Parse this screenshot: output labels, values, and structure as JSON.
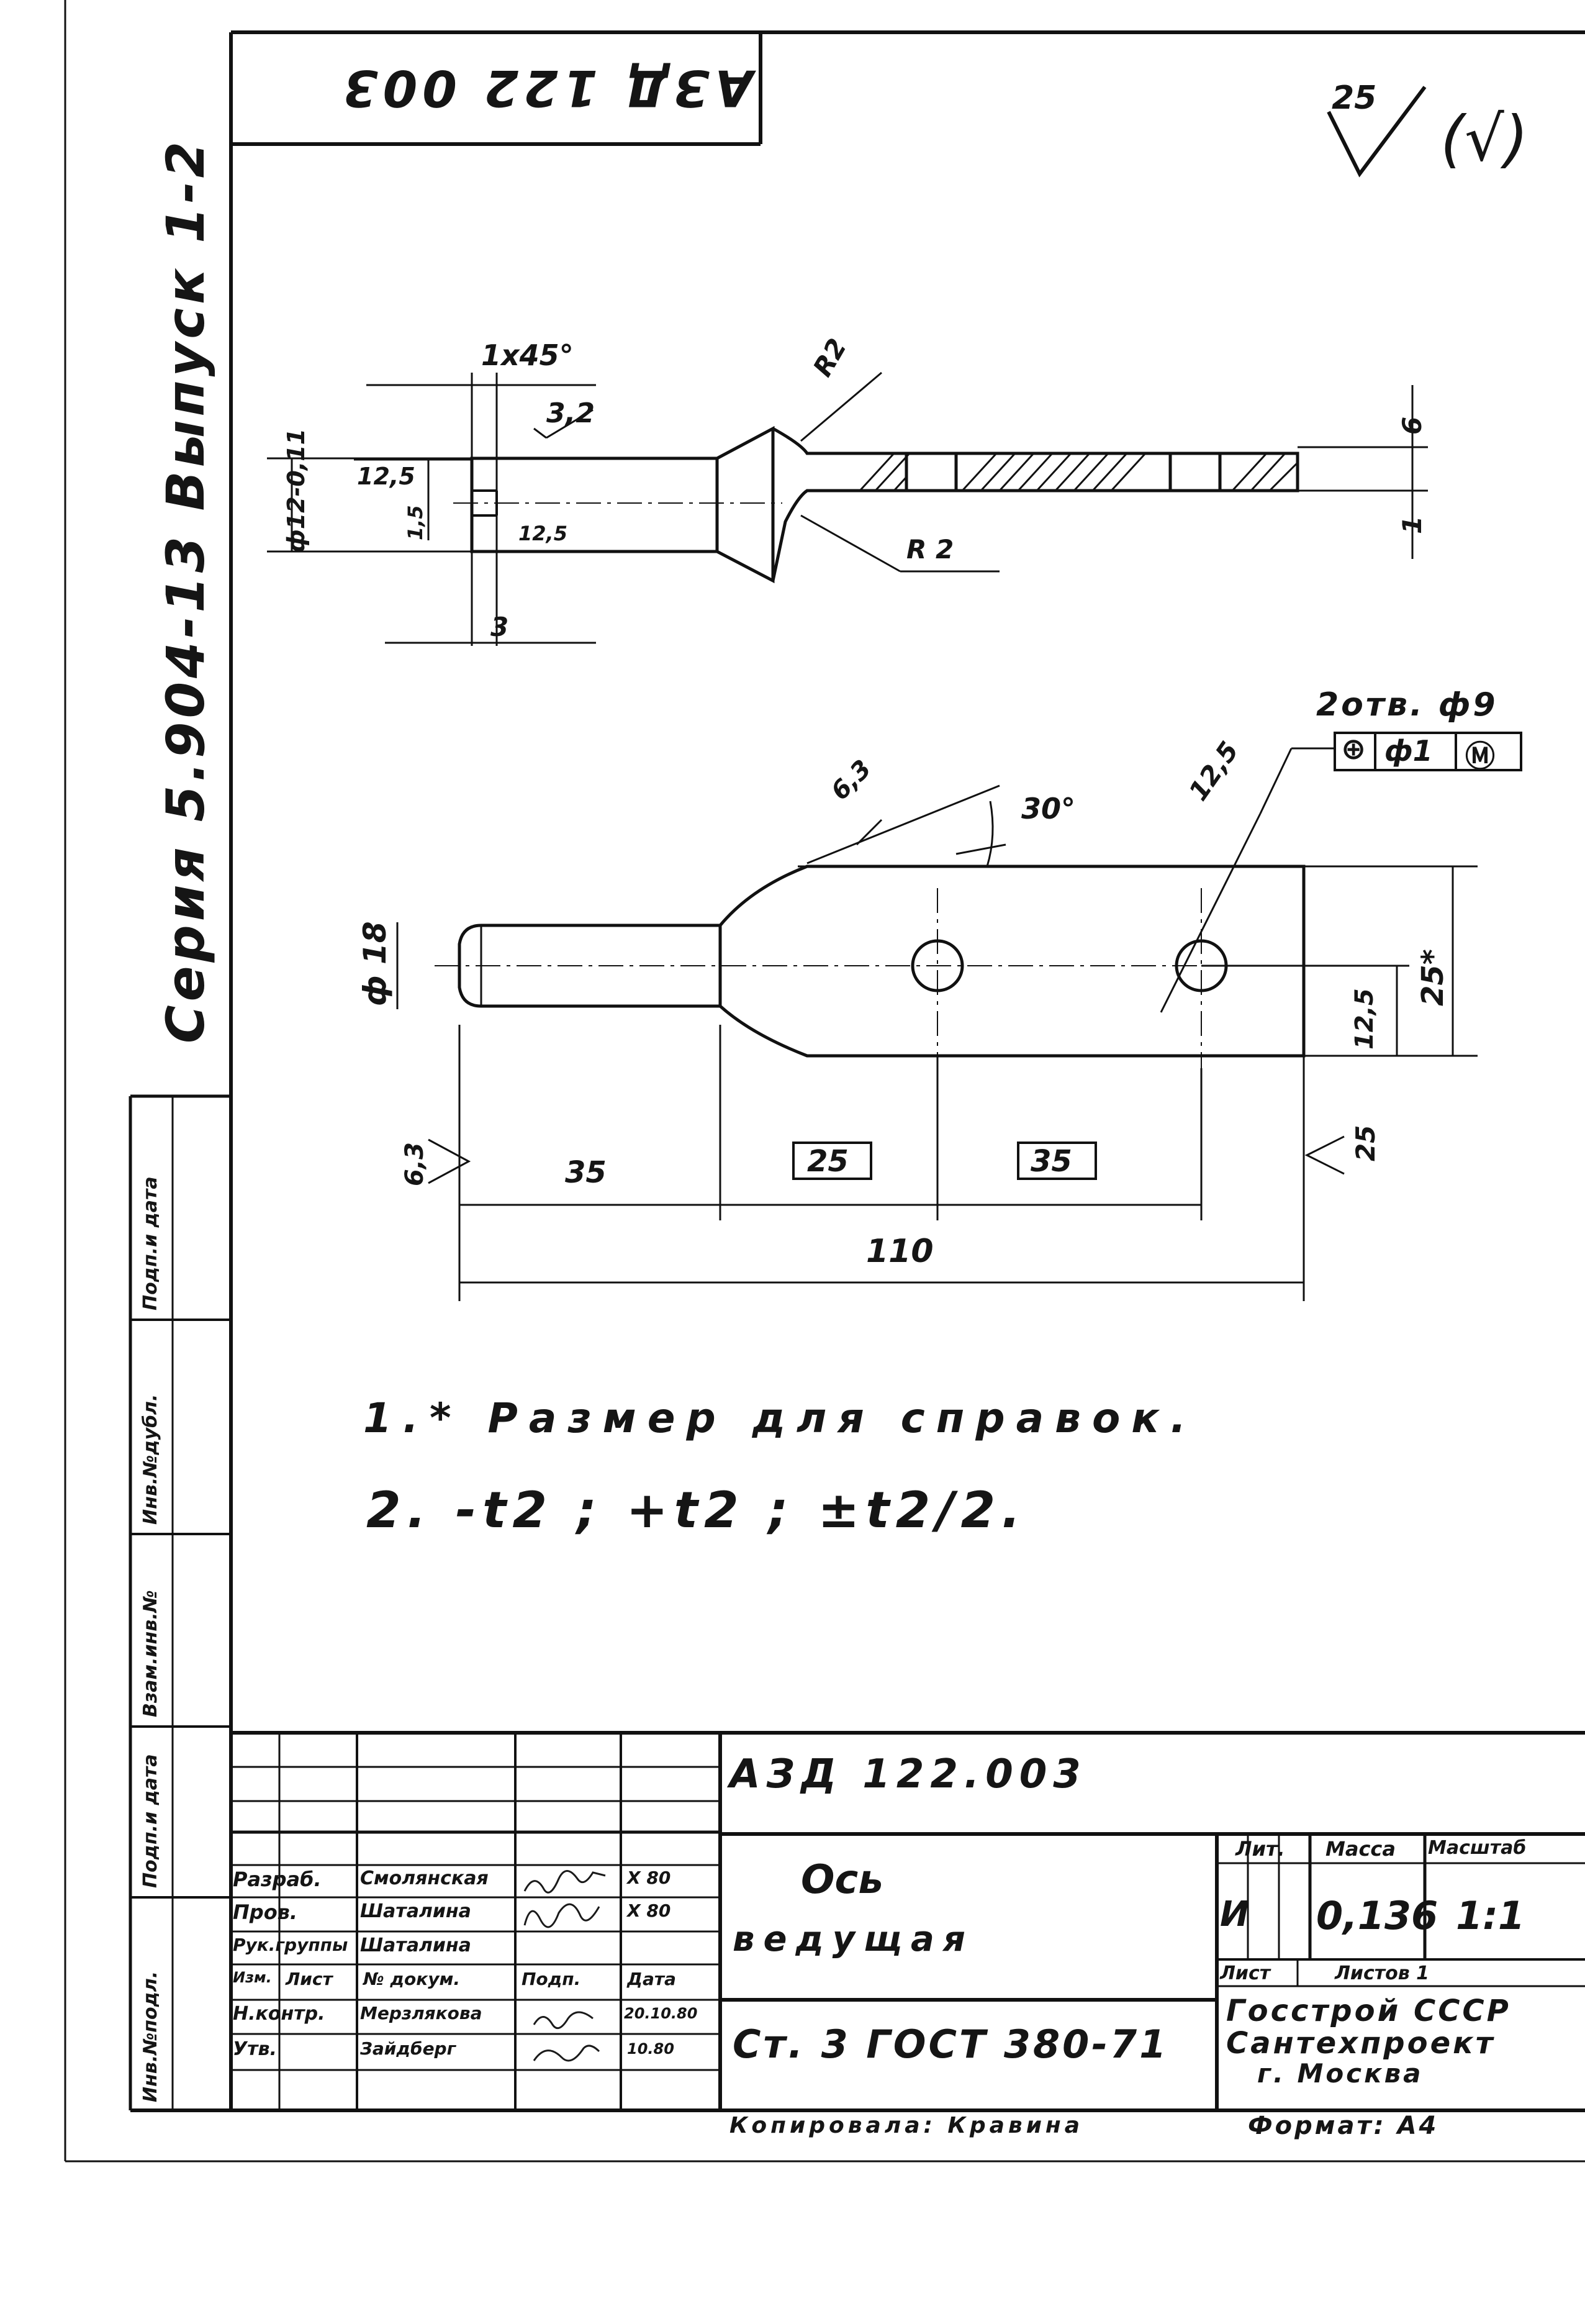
{
  "doc": {
    "code_stamp": "АЗД 122 003",
    "roughness_general": "25",
    "roughness_general_bracket": "(√)",
    "series_text": "Серия 5.904-13  Выпуск 1-2",
    "side_labels": [
      "Инв.№подл.",
      "Подп.и дата",
      "Взам.инв.№",
      "Инв.№дубл.",
      "Подп.и дата"
    ]
  },
  "drawing_side": {
    "chamfer": "1x45°",
    "rough_32": "3,2",
    "radius_top": "R2",
    "radius_bottom": "R 2",
    "dia_12": "ф12-0,11",
    "dim_125a": "12,5",
    "dim_15": "1,5",
    "dim_125b": "12,5",
    "dim_3": "3",
    "dim_6": "6",
    "dim_1": "1"
  },
  "drawing_plan": {
    "holes_note": "2отв. ф9",
    "tolerance_frame": [
      "⊕",
      "ф1",
      "Ⓜ"
    ],
    "rough_63": "6,3",
    "angle_30": "30°",
    "rough_125": "12,5",
    "dia_18": "ф 18",
    "dim_125": "12,5",
    "dim_25ref": "25*",
    "rough_63_left": "6,3",
    "rough_25_right": "25",
    "dim_35": "35",
    "dim_25box": "25",
    "dim_35box": "35",
    "dim_110": "110"
  },
  "notes": {
    "line1": "1.* Размер для справок.",
    "line2": "2. -t2 ; +t2 ; ±t2/2."
  },
  "title_block": {
    "designation": "АЗД 122.003",
    "name_line1": "Ось",
    "name_line2": "ведущая",
    "material": "Ст. 3  ГОСТ 380-71",
    "col_headers": [
      "Изм.",
      "Лист",
      "№ докум.",
      "Подп.",
      "Дата"
    ],
    "rows": [
      {
        "role": "Разраб.",
        "name": "Смолянская",
        "date": "X 80"
      },
      {
        "role": "Пров.",
        "name": "Шаталина",
        "date": "X 80"
      },
      {
        "role": "Рук.группы",
        "name": "Шаталина",
        "date": ""
      },
      {
        "role": "Н.контр.",
        "name": "Мерзлякова",
        "date": "20.10.80"
      },
      {
        "role": "Утв.",
        "name": "Зайдберг",
        "date": "10.80"
      }
    ],
    "lit_label": "Лит.",
    "mass_label": "Масса",
    "scale_label": "Масштаб",
    "lit_value": "И",
    "mass_value": "0,136",
    "scale_value": "1:1",
    "sheet_label": "Лист",
    "sheets_label": "Листов 1",
    "org_line1": "Госстрой СССР",
    "org_line2": "Сантехпроект",
    "org_line3": "г. Москва",
    "copied_by": "Копировала: Кравина",
    "format": "Формат: А4"
  }
}
